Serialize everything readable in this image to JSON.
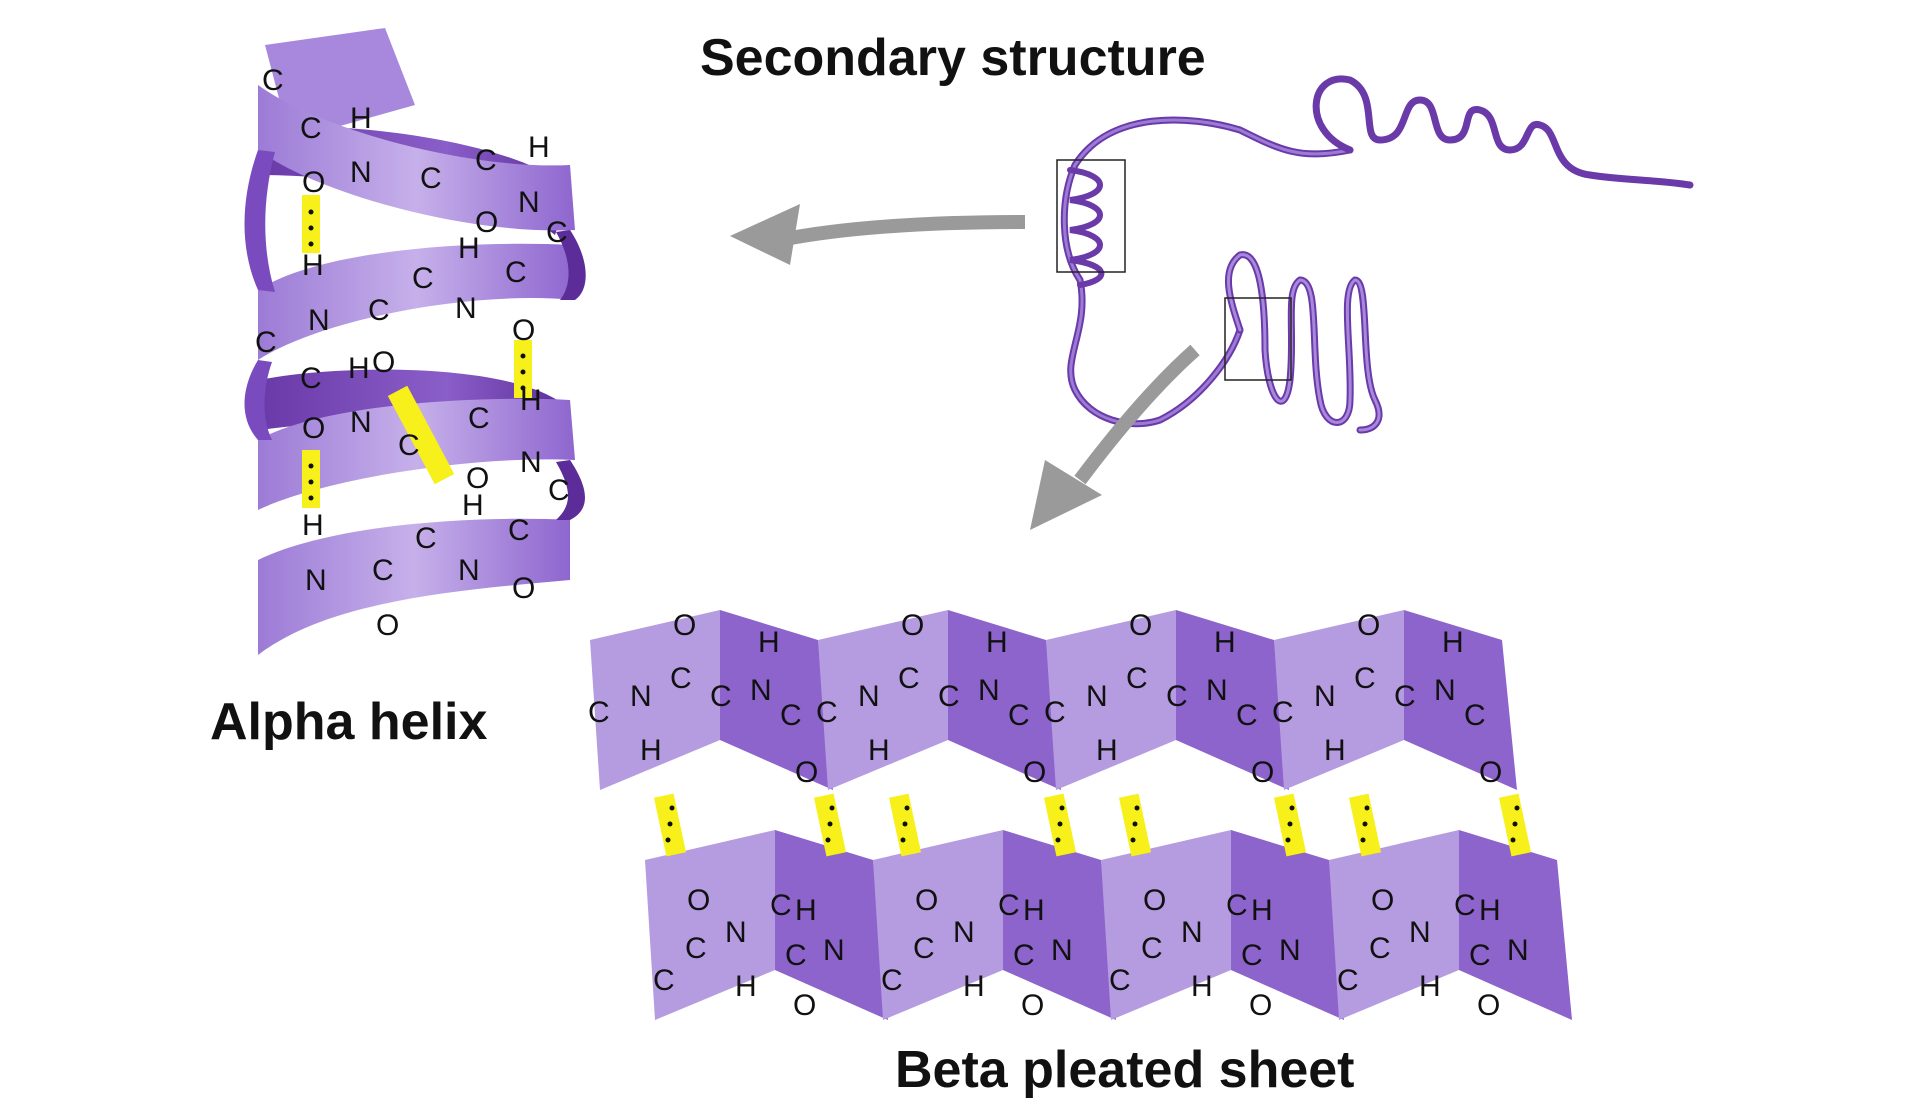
{
  "title": "Secondary structure",
  "alpha_helix": {
    "label": "Alpha helix",
    "atoms": {
      "carbon": "C",
      "nitrogen": "N",
      "oxygen": "O",
      "hydrogen": "H"
    }
  },
  "beta_sheet": {
    "label": "Beta pleated sheet",
    "atoms": {
      "carbon": "C",
      "nitrogen": "N",
      "oxygen": "O",
      "hydrogen": "H"
    }
  },
  "colors": {
    "ribbon_light": "#b59be0",
    "ribbon_dark": "#6a3aa8",
    "ribbon_mid": "#8d63cc",
    "hbond": "#f7f01a",
    "arrow": "#9a9a9a",
    "text": "#111111"
  }
}
